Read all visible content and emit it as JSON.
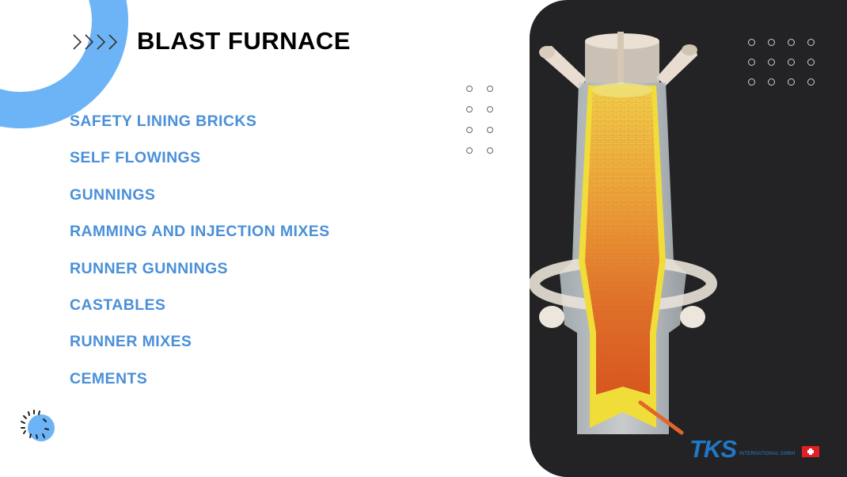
{
  "slide": {
    "title": "BLAST FURNACE",
    "title_prefix_icon": "quadruple-chevron-right",
    "items": [
      "SAFETY LINING BRICKS",
      "SELF FLOWINGS",
      "GUNNINGS",
      "RAMMING AND INJECTION MIXES",
      "RUNNER GUNNINGS",
      "CASTABLES",
      "RUNNER MIXES",
      "CEMENTS"
    ]
  },
  "image": {
    "subject": "blast furnace cutaway illustration"
  },
  "logo": {
    "brand": "TKS",
    "subtitle": "INTERNATIONAL GMBH",
    "flag": "swiss-flag"
  },
  "colors": {
    "accent_blue": "#6cb4f5",
    "list_text": "#4a90d9",
    "panel_bg": "#232326",
    "title": "#000000",
    "logo_blue": "#1f78c8"
  }
}
